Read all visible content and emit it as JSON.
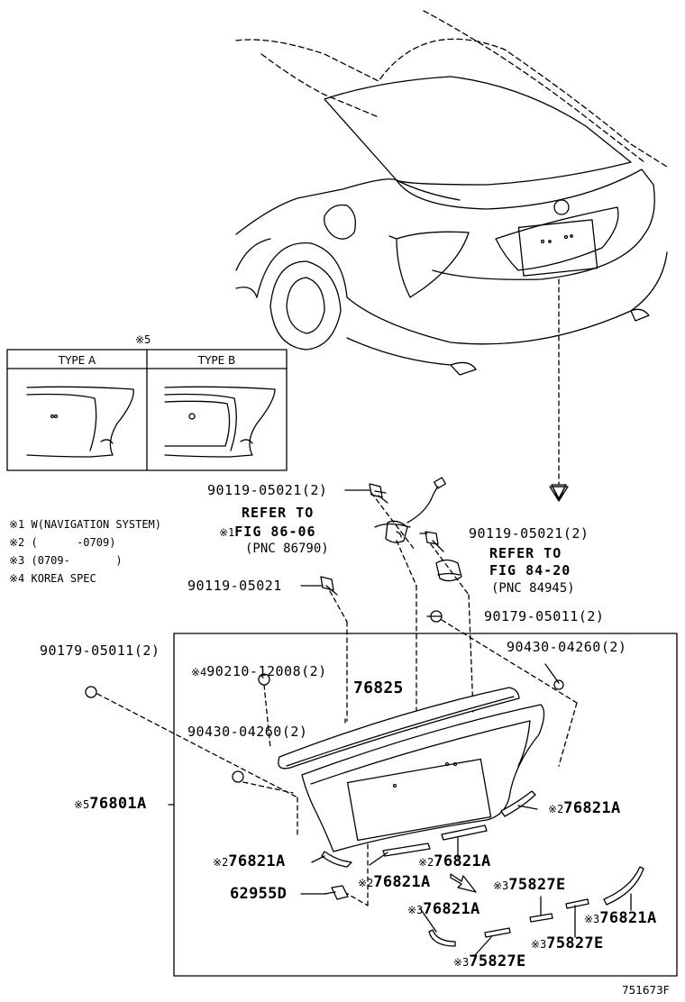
{
  "type_legend": {
    "header_mark": "※5",
    "type_a": "TYPE A",
    "type_b": "TYPE B"
  },
  "notes": [
    "※1 W(NAVIGATION SYSTEM)",
    "※2 (      -0709)",
    "※3 (0709-       )",
    "※4 KOREA SPEC"
  ],
  "references": [
    {
      "mark": "※1",
      "line1": "REFER TO",
      "line2": "FIG 86-06",
      "line3": "(PNC 86790)"
    },
    {
      "mark": "",
      "line1": "REFER TO",
      "line2": "FIG 84-20",
      "line3": "(PNC 84945)"
    }
  ],
  "parts": {
    "p_90119_a": "90119-05021(2)",
    "p_90119_b": "90119-05021(2)",
    "p_90119_c": "90119-05021",
    "p_90179_a": "90179-05011(2)",
    "p_90179_b": "90179-05011(2)",
    "p_90430_a": "90430-04260(2)",
    "p_90430_b": "90430-04260(2)",
    "p_90210_mark": "※4",
    "p_90210": "90210-12008(2)",
    "p_76825": "76825",
    "p_76801a_mark": "※5",
    "p_76801a": "76801A",
    "p_76821a_1_mark": "※2",
    "p_76821a_1": "76821A",
    "p_76821a_2_mark": "※2",
    "p_76821a_2": "76821A",
    "p_76821a_3_mark": "※2",
    "p_76821a_3": "76821A",
    "p_76821a_4_mark": "※2",
    "p_76821a_4": "76821A",
    "p_76821a_5_mark": "※3",
    "p_76821a_5": "76821A",
    "p_76821a_6_mark": "※3",
    "p_76821a_6": "76821A",
    "p_75827e_1_mark": "※3",
    "p_75827e_1": "75827E",
    "p_75827e_2_mark": "※3",
    "p_75827e_2": "75827E",
    "p_75827e_3_mark": "※3",
    "p_75827e_3": "75827E",
    "p_62955d": "62955D"
  },
  "figure_code": "751673F"
}
